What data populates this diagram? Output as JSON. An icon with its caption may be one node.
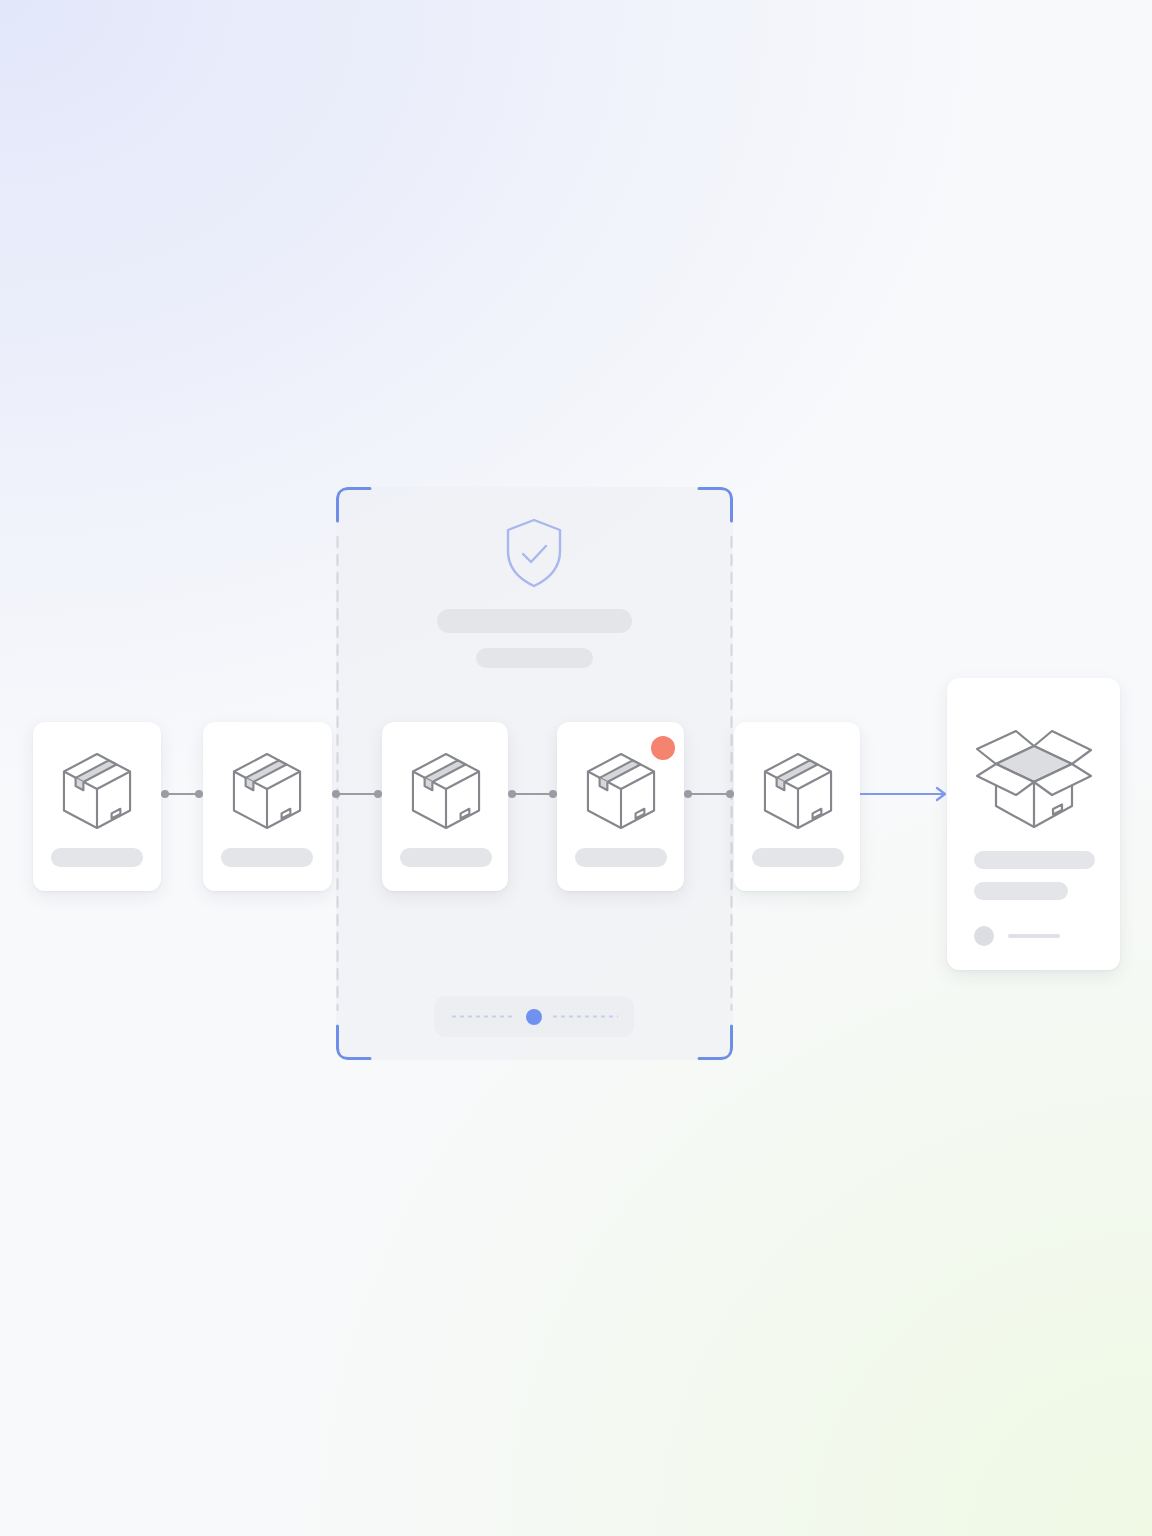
{
  "diagram": {
    "nodes": [
      {
        "text": [],
        "shape": "box"
      },
      {
        "text": [],
        "shape": "box"
      },
      {
        "text": [],
        "shape": "box"
      },
      {
        "text": [],
        "shape": "box",
        "in": 2
      },
      {
        "text": [],
        "shape": "box",
        "in": 2
      },
      {
        "text": [],
        "shape": "box"
      },
      {
        "text": [],
        "shape": "box"
      }
    ],
    "edges": [
      {
        "from": 0,
        "to": 1,
        "arrow": "other"
      },
      {
        "from": 1,
        "to": 3,
        "arrow": "other"
      },
      {
        "from": 3,
        "to": 4,
        "arrow": "other"
      },
      {
        "from": 4,
        "to": 5,
        "arrow": "other"
      },
      {
        "from": 5,
        "to": 6,
        "arrow": "to",
        "color": "#7f98ec"
      }
    ]
  }
}
